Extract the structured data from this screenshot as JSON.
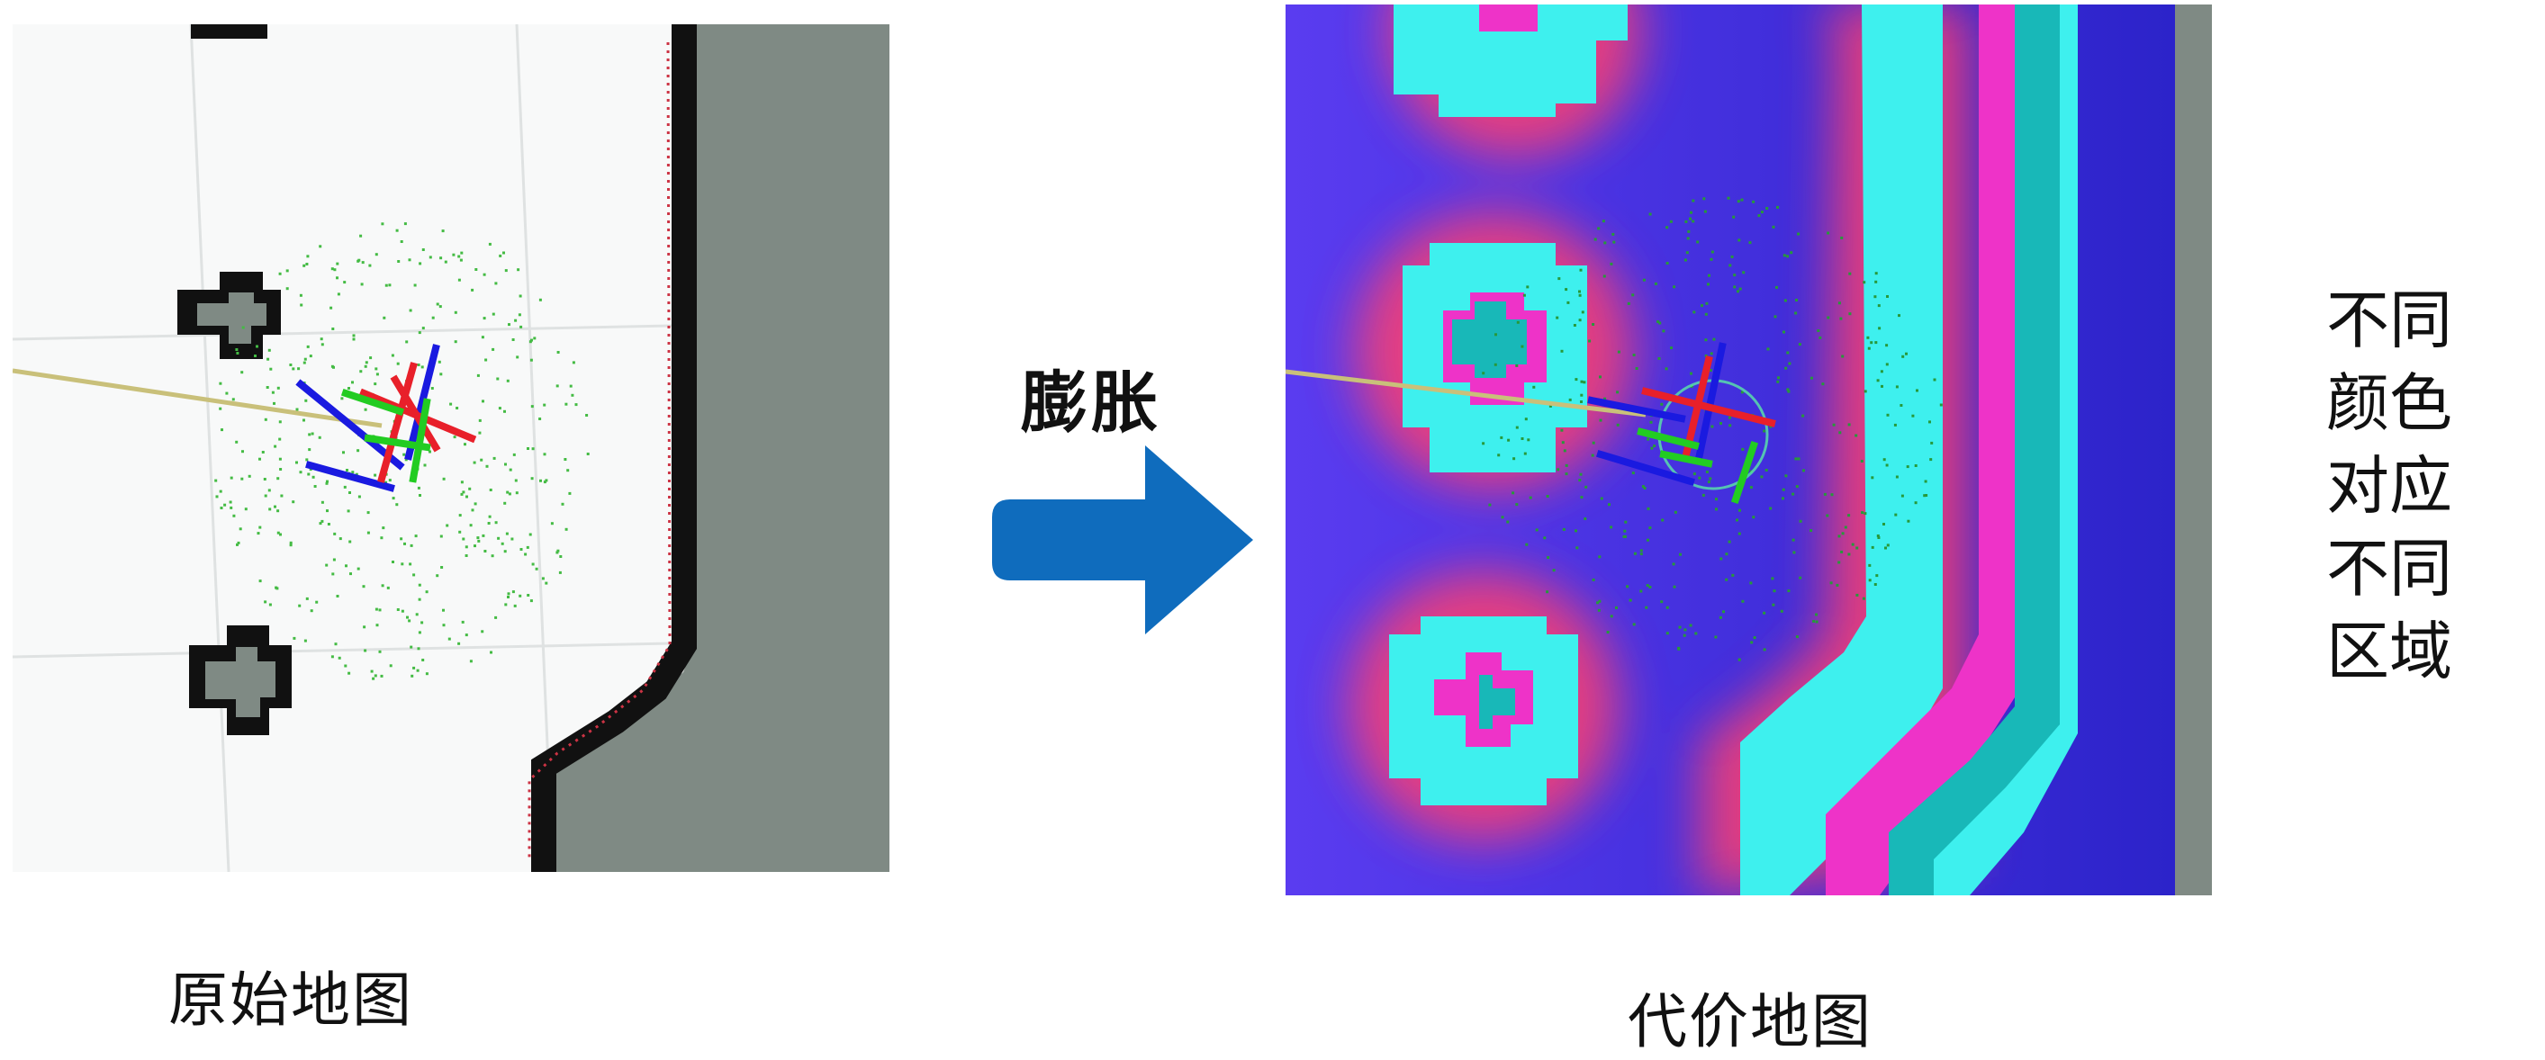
{
  "labels": {
    "original_map": "原始地图",
    "cost_map": "代价地图",
    "arrow": "膨胀",
    "note": "不同颜色对应不同区域"
  },
  "colors": {
    "free": "#f8f9f9",
    "grid_line": "#dfe2e2",
    "obstacle": "#111111",
    "unknown": "#7f8a84",
    "laser_red": "#cc3344",
    "particle": "#44bb44",
    "arrow": "#0f6cbd",
    "cost_base": "#4f36e6",
    "cost_halo": "#ff3f6e",
    "cost_inflated": "#3ef0ee",
    "cost_inscribed": "#ee33c8",
    "cost_lethal": "#18b8b8",
    "path": "#c9c07a",
    "axis_x": "#e8202a",
    "axis_y": "#22cc22",
    "axis_z": "#1a1ae0"
  },
  "icons": {
    "robot_axes": "robot-pose-axes-icon",
    "arrow": "right-arrow-icon"
  }
}
